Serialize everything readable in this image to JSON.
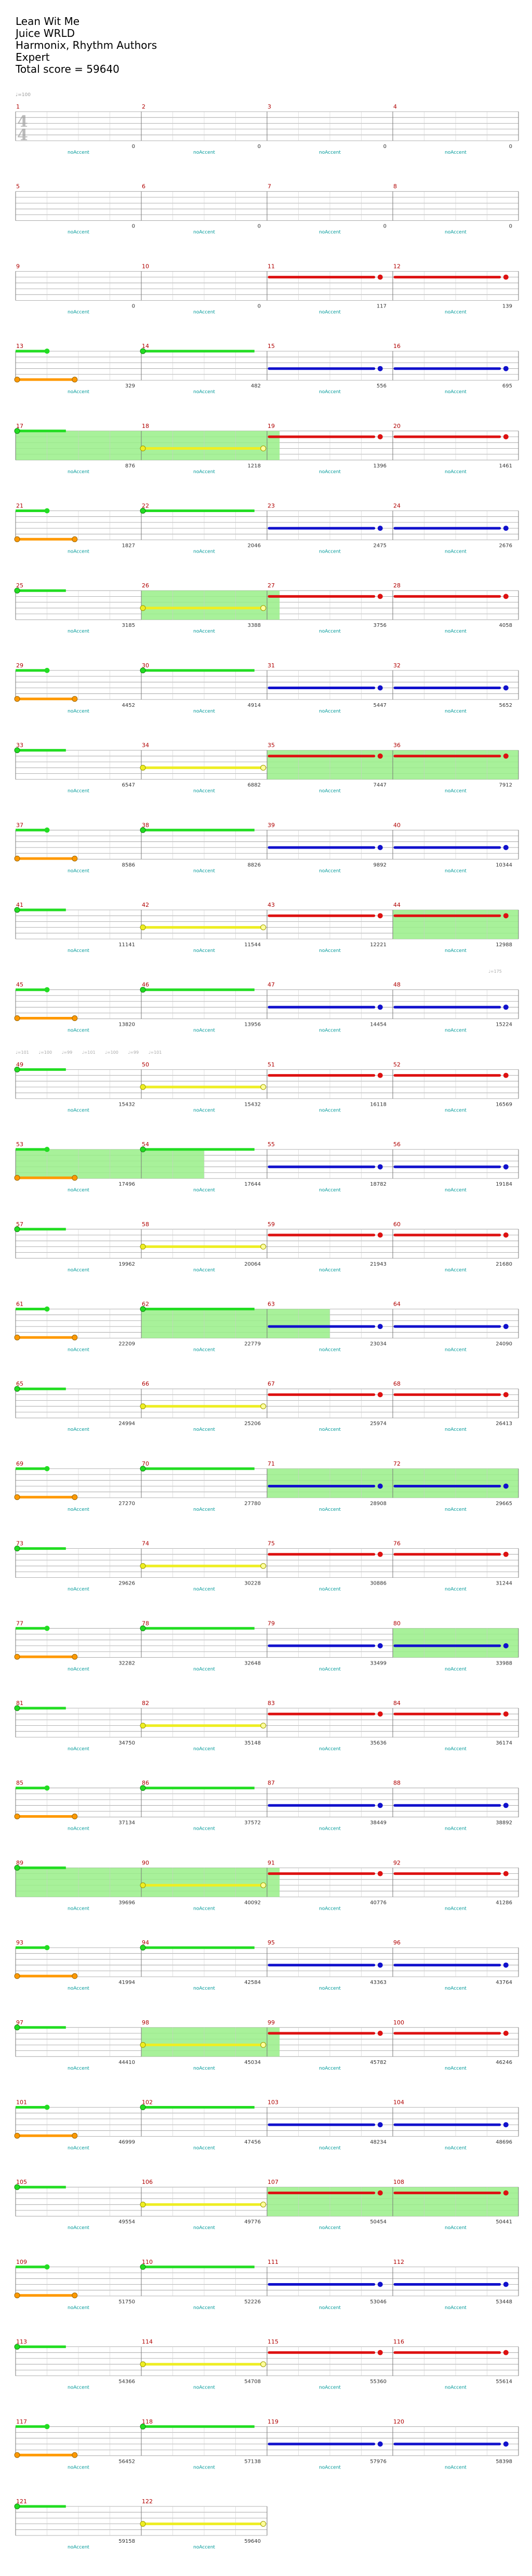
{
  "song": {
    "title": "Lean Wit Me",
    "artist": "Juice WRLD",
    "charter": "Harmonix, Rhythm Authors",
    "difficulty": "Expert",
    "total_score": "Total score = 59640"
  },
  "tempo_start": "♩=100",
  "time_signature": {
    "top": "4",
    "bottom": "4"
  },
  "tempo_row_labels": [
    "♩=101",
    "♩=100",
    "♩=99",
    "♩=101",
    "♩=100",
    "♩=99",
    "♩=101"
  ],
  "tempo_right": "♩=175",
  "accent_label": "noAccent",
  "colors": {
    "green": "#22dd22",
    "red": "#dd1111",
    "yellow": "#eeee22",
    "blue": "#1111cc",
    "orange": "#ff9900",
    "starpower": "#99ee88",
    "measure_number": "#b00000",
    "accent_text": "#009999"
  },
  "measure_scores": [
    "",
    "0",
    "0",
    "0",
    "0",
    "0",
    "0",
    "0",
    "0",
    "0",
    "0",
    "117",
    "139",
    "329",
    "482",
    "556",
    "695",
    "876",
    "1218",
    "1396",
    "1461",
    "1827",
    "2046",
    "2475",
    "2676",
    "3185",
    "3388",
    "3756",
    "4058",
    "4452",
    "4914",
    "5447",
    "5652",
    "6547",
    "6882",
    "7447",
    "7912",
    "8586",
    "8826",
    "9892",
    "10344",
    "11141",
    "11544",
    "12221",
    "12988",
    "13820",
    "13956",
    "14454",
    "15224",
    "15432",
    "15432",
    "16118",
    "16569",
    "17496",
    "17644",
    "18782",
    "19184",
    "19962",
    "20064",
    "21943",
    "21680",
    "22209",
    "22779",
    "23034",
    "24090",
    "24994",
    "25206",
    "25974",
    "26413",
    "27270",
    "27780",
    "28908",
    "29665",
    "29626",
    "30228",
    "30886",
    "31244",
    "32282",
    "32648",
    "33499",
    "33988",
    "34750",
    "35148",
    "35636",
    "36174",
    "37134",
    "37572",
    "38449",
    "38892",
    "39696",
    "40092",
    "40776",
    "41286",
    "41994",
    "42584",
    "43363",
    "43764",
    "44410",
    "45034",
    "45782",
    "46246",
    "46999",
    "47456",
    "48234",
    "48696",
    "49554",
    "49776",
    "50454",
    "50441",
    "51750",
    "52226",
    "53046",
    "53448",
    "54366",
    "54708",
    "55360",
    "55614",
    "56452",
    "57138",
    "57976",
    "58398",
    "59158",
    "59640"
  ]
}
